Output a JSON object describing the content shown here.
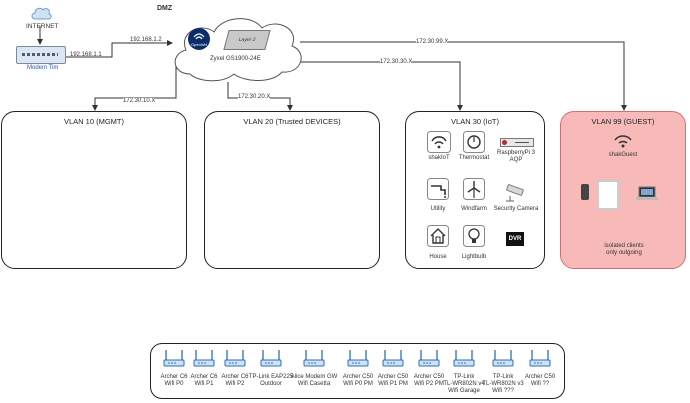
{
  "diagram": {
    "internet_label": "INTERNET",
    "modem_label": "Modem Tim",
    "modem_ip": "192.168.1.1",
    "dmz_label": "DMZ",
    "dmz_ip": "192.168.1.2",
    "switch_label": "Zyxel GS1900-24E",
    "switch_badge": "Layer 2",
    "router_badge": "OpenWrt",
    "links": {
      "vlan10": "172.30.10.X",
      "vlan20": "172.30.20.X",
      "vlan30": "172.30.30.X",
      "vlan99": "172.30.99.X"
    },
    "vlans": {
      "vlan10": {
        "title": "VLAN 10 (MGMT)"
      },
      "vlan20": {
        "title": "VLAN 20 (Trusted DEVICES)"
      },
      "vlan30": {
        "title": "VLAN 30 (IoT)",
        "devices": {
          "shakiot": "shakIoT",
          "thermostat": "Thermostat",
          "raspberry": "RaspberryPi 3\nAQP",
          "utility": "Utility",
          "windfarm": "Windfarm",
          "camera": "Security Camera",
          "house": "House",
          "lightbulb": "Lightbulb",
          "dvr_badge": "DVR"
        }
      },
      "vlan99": {
        "title": "VLAN 99 (GUEST)",
        "ssid": "shakGuest",
        "note": "isolated clients\nonly outgoing"
      }
    },
    "access_points": [
      "Archer C6\nWifi P0",
      "Archer C6\nWifi P1",
      "Archer C6\nWifi P2",
      "TP-Link EAP225\nOutdoor",
      "Alice Modem GW\nWifi Casetta",
      "Archer C50\nWifi P0 PM",
      "Archer C50\nWifi P1 PM",
      "Archer C50\nWifi P2 PM",
      "TP-Link\nTL-WR802N v4\nWifi Garage",
      "TP-Link\nTL-WR802N v3\nWifi ???",
      "Archer C50\nWifi ??"
    ],
    "colors": {
      "guest_fill": "#f8b9b9",
      "guest_border": "#d07070",
      "cloud_border": "#6d8aa8",
      "line": "#333333"
    }
  }
}
